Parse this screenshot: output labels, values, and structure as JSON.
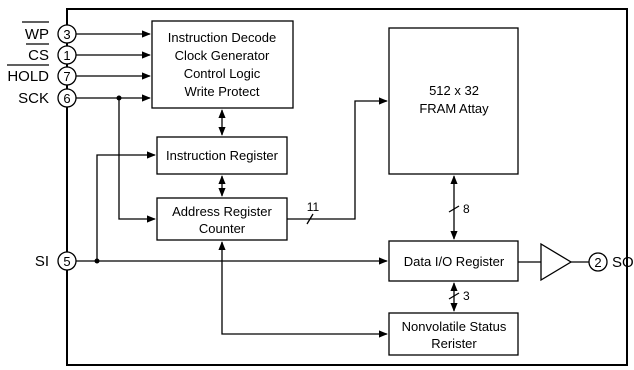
{
  "pins": {
    "wp": {
      "name": "WP",
      "number": "3"
    },
    "cs": {
      "name": "CS",
      "number": "1"
    },
    "hold": {
      "name": "HOLD",
      "number": "7"
    },
    "sck": {
      "name": "SCK",
      "number": "6"
    },
    "si": {
      "name": "SI",
      "number": "5"
    },
    "so": {
      "name": "SO",
      "number": "2"
    }
  },
  "blocks": {
    "decode": {
      "lines": [
        "Instruction Decode",
        "Clock Generator",
        "Control Logic",
        "Write Protect"
      ]
    },
    "instruction_register": {
      "label": "Instruction Register"
    },
    "address_register": {
      "lines": [
        "Address Register",
        "Counter"
      ]
    },
    "fram_array": {
      "lines": [
        "512 x 32",
        "FRAM Attay"
      ]
    },
    "data_io": {
      "label": "Data I/O Register"
    },
    "status_register": {
      "lines": [
        "Nonvolatile Status",
        "Rerister"
      ]
    }
  },
  "bus_widths": {
    "address": "11",
    "data": "8",
    "status": "3"
  }
}
